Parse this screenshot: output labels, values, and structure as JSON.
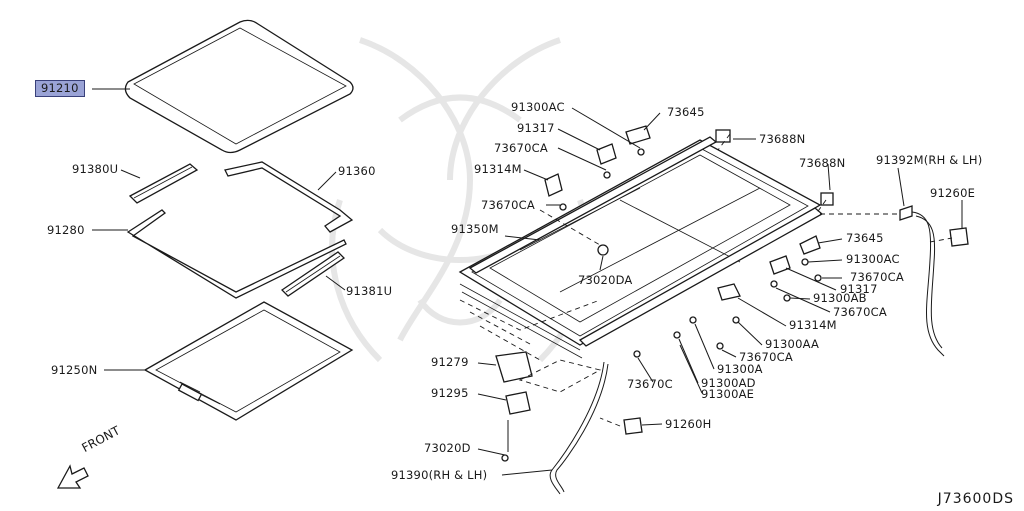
{
  "diagram": {
    "code": "J73600DS",
    "front_label": "FRONT",
    "labels": {
      "p91210": "91210",
      "p91380U": "91380U",
      "p91360": "91360",
      "p91280": "91280",
      "p91381U": "91381U",
      "p91250N": "91250N",
      "p91300AC_a": "91300AC",
      "p91317_a": "91317",
      "p73670CA_a": "73670CA",
      "p91314M_a": "91314M",
      "p73670CA_b": "73670CA",
      "p73645_a": "73645",
      "p73688N_a": "73688N",
      "p73688N_b": "73688N",
      "p91392M": "91392M(RH & LH)",
      "p91260E": "91260E",
      "p91350M": "91350M",
      "p73020DA": "73020DA",
      "p73645_b": "73645",
      "p91300AC_b": "91300AC",
      "p73670CA_c": "73670CA",
      "p91317_b": "91317",
      "p91300AB": "91300AB",
      "p73670CA_d": "73670CA",
      "p91314M_b": "91314M",
      "p91300AA": "91300AA",
      "p73670CA_e": "73670CA",
      "p91300A": "91300A",
      "p91279": "91279",
      "p73670C": "73670C",
      "p91300AD": "91300AD",
      "p91300AE": "91300AE",
      "p91295": "91295",
      "p91260H": "91260H",
      "p73020D": "73020D",
      "p91390": "91390(RH & LH)"
    }
  }
}
